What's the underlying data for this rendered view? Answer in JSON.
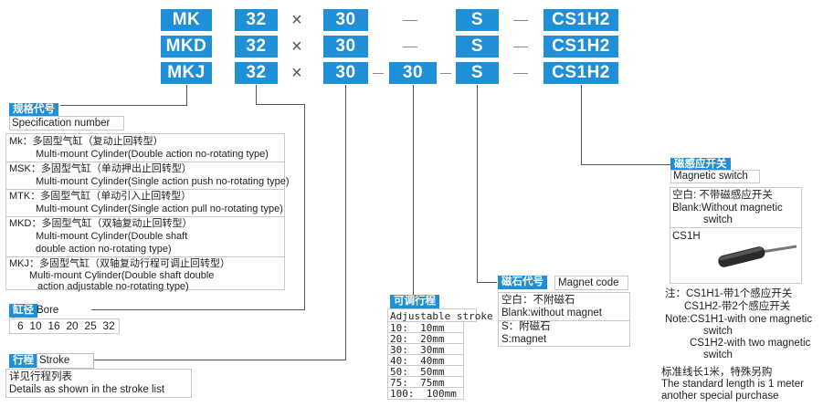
{
  "rows": [
    {
      "series": "MK",
      "bore": "32",
      "times": "×",
      "stroke": "30",
      "adj": "",
      "magnet": "S",
      "switch": "CS1H2"
    },
    {
      "series": "MKD",
      "bore": "32",
      "times": "×",
      "stroke": "30",
      "adj": "",
      "magnet": "S",
      "switch": "CS1H2"
    },
    {
      "series": "MKJ",
      "bore": "32",
      "times": "×",
      "stroke": "30",
      "adj": "30",
      "magnet": "S",
      "switch": "CS1H2"
    }
  ],
  "spec": {
    "tag": "规格代号",
    "title": "Specification number",
    "items": [
      {
        "cn": "Mk：多固型气缸（复动止回转型）",
        "en": [
          "Multi-mount Cylinder(Double action no-rotating type)"
        ]
      },
      {
        "cn": "MSK：多固型气缸（单动押出止回转型）",
        "en": [
          "Multi-mount Cylinder(Single action push no-rotating type)"
        ]
      },
      {
        "cn": "MTK：多固型气缸（单动引入止回转型）",
        "en": [
          "Multi-mount Cylinder(Single action pull no-rotating type)"
        ]
      },
      {
        "cn": "MKD：多固型气缸（双轴复动止回转型）",
        "en": [
          "Multi-mount Cylinder(Double shaft",
          "double action no-rotating type)"
        ]
      },
      {
        "cn": "MKJ：多固型气缸（双轴复动行程可调止回转型）",
        "en": [
          "Multi-mount Cylinder(Double shaft double",
          "action adjustable no-rotating type)"
        ]
      }
    ]
  },
  "bore": {
    "tag": "缸径",
    "label": "Bore",
    "values": "6  10  16  20  25  32"
  },
  "stroke": {
    "tag": "行程",
    "label": "Stroke",
    "lines": [
      "详见行程列表",
      "Details as shown in the stroke list"
    ]
  },
  "adjustable": {
    "tag": "可调行程",
    "title": "Adjustable stroke",
    "items": [
      "10:  10mm",
      "20:  20mm",
      "30:  30mm",
      "40:  40mm",
      "50:  50mm",
      "75:  75mm",
      "100:  100mm"
    ]
  },
  "magnet": {
    "tag": "磁石代号",
    "label": "Magnet code",
    "lines": [
      "空白：不附磁石",
      "Blank:without magnet",
      "S：附磁石",
      "S:magnet"
    ]
  },
  "switch": {
    "tag": "磁感应开关",
    "title": "Magnetic switch",
    "blank_cn": "空白: 不带磁感应开关",
    "blank_en1": "Blank:Without magnetic",
    "blank_en2": "switch",
    "model": "CS1H",
    "notes": [
      "注：CS1H1-带1个感应开关",
      "CS1H2-带2个感应开关",
      "Note:CS1H1-with one magnetic",
      "switch",
      "CS1H2-with two magnetic",
      "switch"
    ],
    "std": [
      "标准线长1米，特殊另购",
      "The standard length is 1 meter",
      "another special purchase"
    ]
  }
}
